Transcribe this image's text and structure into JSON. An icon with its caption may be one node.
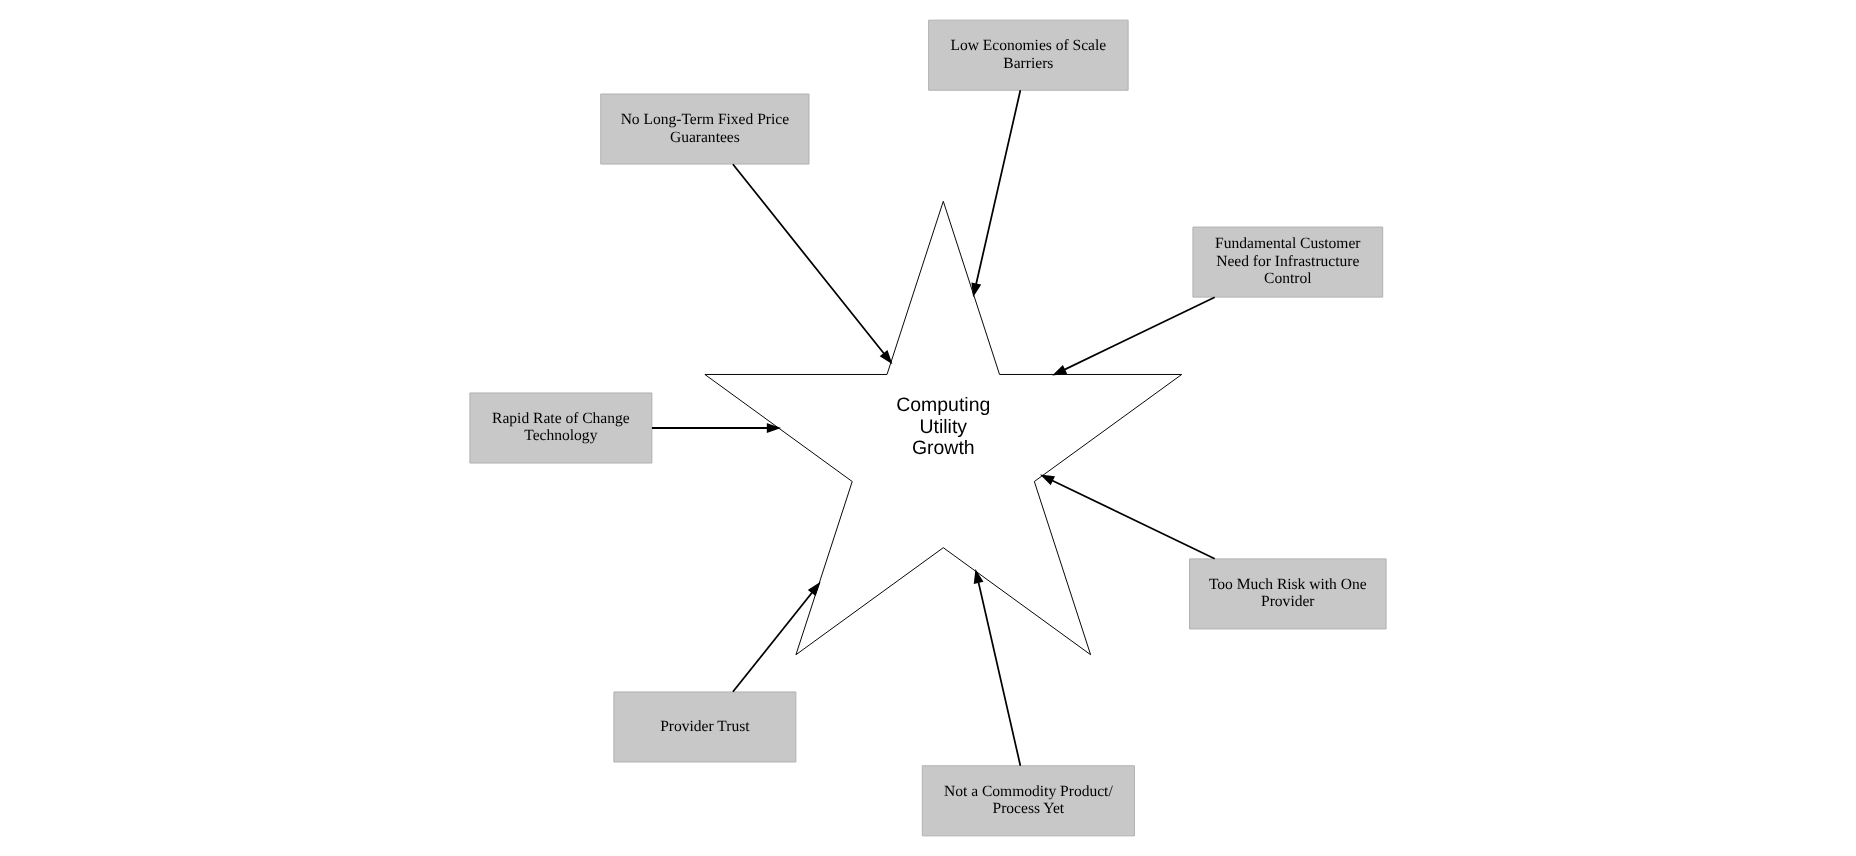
{
  "diagram": {
    "nodes": [
      {
        "text": [
          "Fundamental Customer Need for Infrastructure Control"
        ]
      },
      {
        "text": [
          "Low Economies of Scale Barriers"
        ]
      },
      {
        "text": [
          "No Long-Term Fixed Price Guarantees"
        ]
      },
      {
        "text": [
          "Rapid Rate of Change Technology"
        ]
      },
      {
        "text": [
          "Computing Utility Growth"
        ]
      },
      {
        "text": [
          "Provider Trust"
        ]
      },
      {
        "text": [
          "Not a Commodity Product/ Process Yet"
        ]
      },
      {
        "text": [
          "Too Much Risk with One Provider"
        ]
      }
    ],
    "edges": [
      {
        "from": 0,
        "to": 4,
        "arrow": "to"
      },
      {
        "from": 1,
        "to": 4,
        "arrow": "to"
      },
      {
        "from": 2,
        "to": 4,
        "arrow": "to"
      },
      {
        "from": 3,
        "to": 4,
        "arrow": "to"
      },
      {
        "from": 5,
        "to": 4,
        "arrow": "to"
      },
      {
        "from": 6,
        "to": 4,
        "arrow": "to"
      },
      {
        "from": 7,
        "to": 4,
        "arrow": "to"
      }
    ]
  }
}
